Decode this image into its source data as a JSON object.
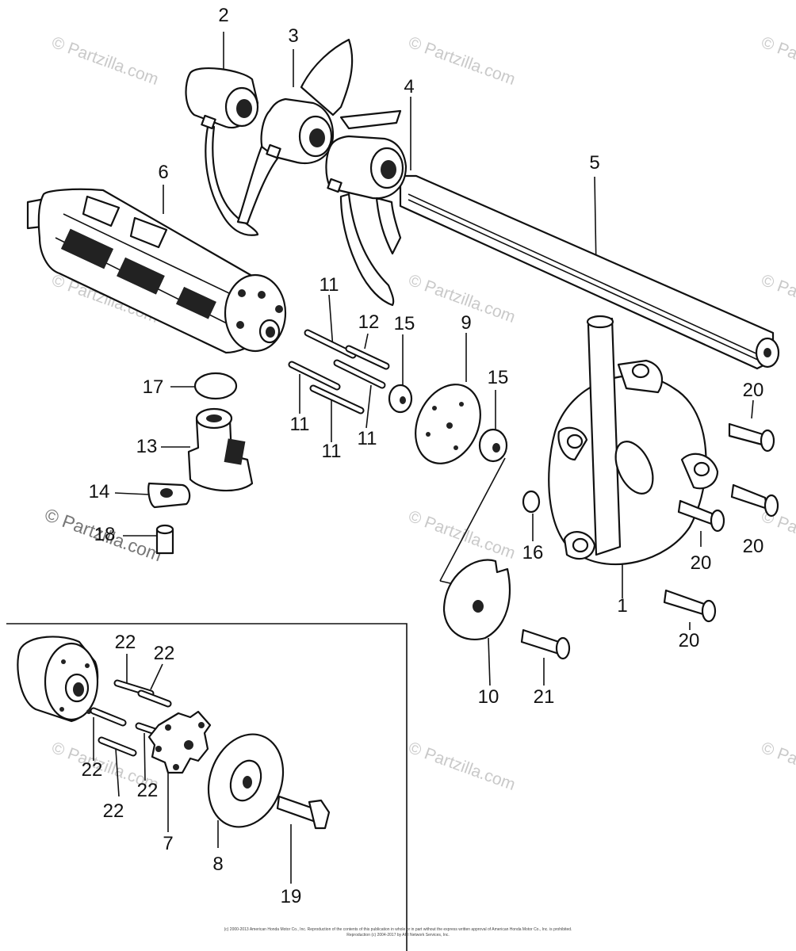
{
  "watermark": {
    "text": "© Partzilla.com"
  },
  "copyright": {
    "line1": "(c) 2000-2013 American Honda Motor Co., Inc. Reproduction of the contents of this publication in whole or in part without the express written approval of American Honda Motor Co., Inc. is prohibited.",
    "line2": "Reproduction (c) 2004-2017 by ARI Network Services, Inc."
  },
  "labels": {
    "l2": "2",
    "l3": "3",
    "l4": "4",
    "l5": "5",
    "l6": "6",
    "l11a": "11",
    "l12": "12",
    "l15a": "15",
    "l9": "9",
    "l15b": "15",
    "l17": "17",
    "l11b": "11",
    "l11c": "11",
    "l11d": "11",
    "l13": "13",
    "l14": "14",
    "l18": "18",
    "l20a": "20",
    "l20b": "20",
    "l20c": "20",
    "l20d": "20",
    "l16": "16",
    "l1": "1",
    "l10": "10",
    "l21": "21",
    "l22a": "22",
    "l22b": "22",
    "l22c": "22",
    "l22d": "22",
    "l22e": "22",
    "l7": "7",
    "l8": "8",
    "l19": "19"
  }
}
